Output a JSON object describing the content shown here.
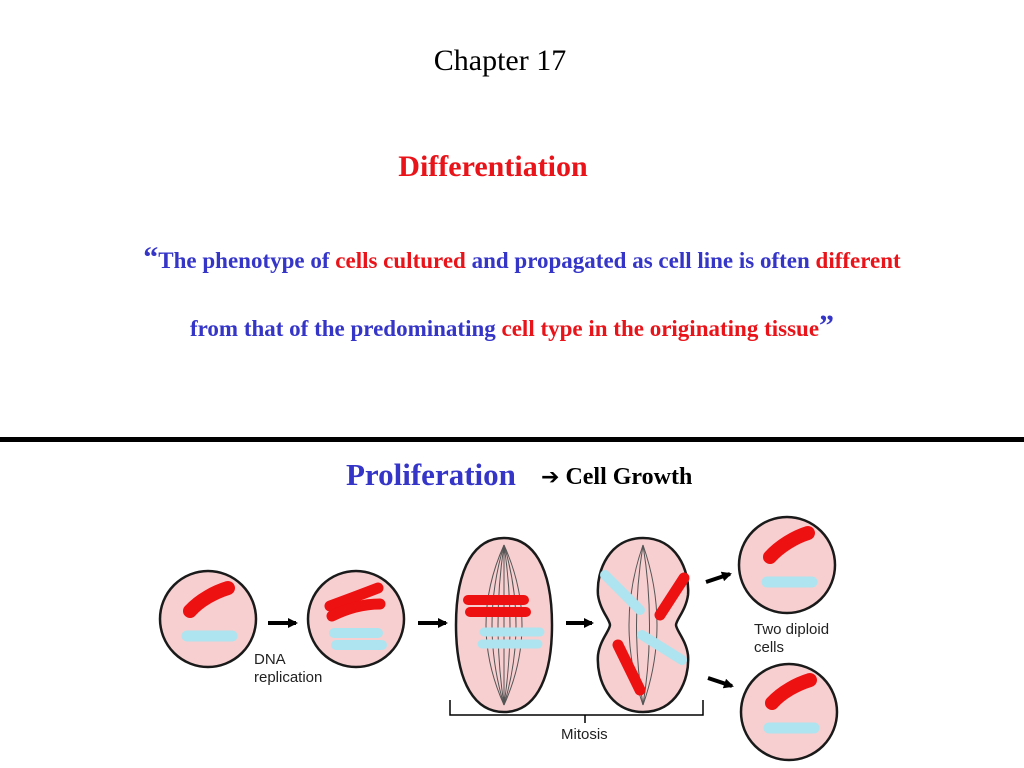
{
  "header": {
    "chapter": "Chapter 17",
    "title": "Differentiation"
  },
  "quote": {
    "open_mark": "“",
    "close_mark": "”",
    "line1": [
      {
        "text": "The phenotype of ",
        "color": "blue"
      },
      {
        "text": "cells cultured",
        "color": "red"
      },
      {
        "text": " and propagated as cell line is often ",
        "color": "blue"
      },
      {
        "text": "different",
        "color": "red"
      }
    ],
    "line2": [
      {
        "text": "from that of the predominating ",
        "color": "blue"
      },
      {
        "text": "cell type in the originating tissue",
        "color": "red"
      }
    ]
  },
  "section": {
    "proliferation": "Proliferation",
    "arrow": "➔",
    "cell_growth": "Cell Growth"
  },
  "diagram": {
    "labels": {
      "dna_line1": "DNA",
      "dna_line2": "replication",
      "diploid_line1": "Two diploid",
      "diploid_line2": "cells",
      "mitosis": "Mitosis"
    },
    "colors": {
      "cell_fill": "#f7cfd0",
      "cell_stroke": "#1a1a1a",
      "red_chromosome": "#ee1111",
      "blue_chromosome": "#aee4ef",
      "spindle": "#555555"
    }
  }
}
